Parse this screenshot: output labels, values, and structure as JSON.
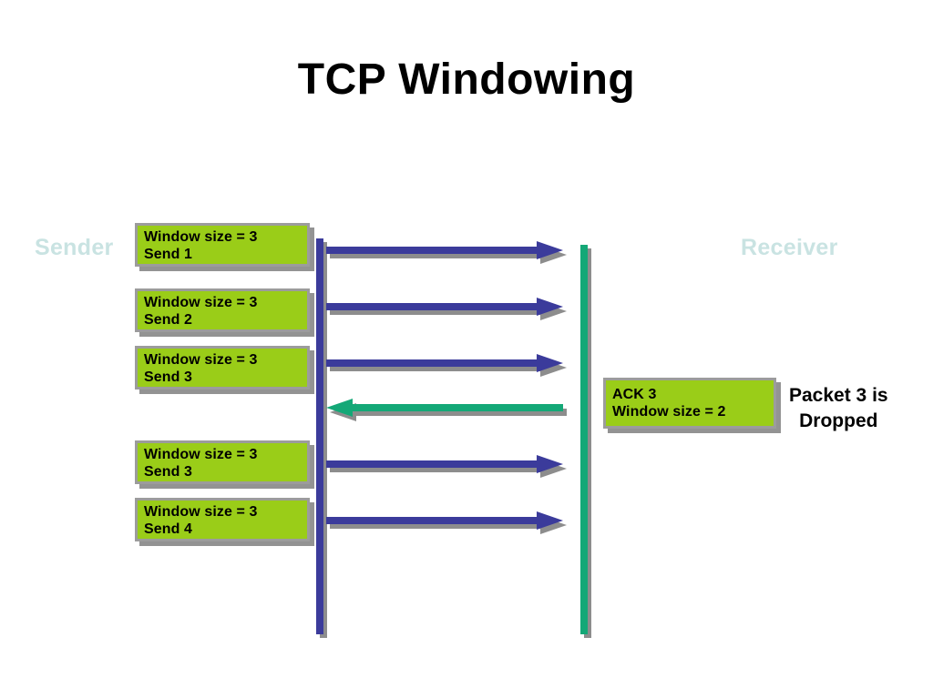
{
  "slide": {
    "title": "TCP Windowing",
    "background_color": "#ffffff"
  },
  "endpoints": {
    "sender_label": "Sender",
    "receiver_label": "Receiver",
    "label_color": "#c9e3e2",
    "sender_line_color": "#3b3b9b",
    "receiver_line_color": "#14a877"
  },
  "colors": {
    "box_fill": "#9acd18",
    "box_border": "#9c9c9c",
    "box_shadow": "#939393",
    "data_arrow": "#3b3b9b",
    "ack_arrow": "#14a877",
    "arrow_shadow": "#8d8d8d",
    "text": "#000000"
  },
  "sender_messages": [
    {
      "line1": "Window size = 3",
      "line2": "Send 1"
    },
    {
      "line1": "Window size = 3",
      "line2": "Send 2"
    },
    {
      "line1": "Window size = 3",
      "line2": "Send 3"
    },
    {
      "line1": "Window size = 3",
      "line2": "Send 3"
    },
    {
      "line1": "Window size = 3",
      "line2": "Send 4"
    }
  ],
  "receiver_messages": [
    {
      "line1": "ACK 3",
      "line2": "Window size = 2"
    }
  ],
  "annotations": {
    "dropped_note_line1": "Packet 3 is",
    "dropped_note_line2": "Dropped"
  },
  "arrows": [
    {
      "name": "data-arrow-send-1",
      "direction": "right",
      "label": "Send 1"
    },
    {
      "name": "data-arrow-send-2",
      "direction": "right",
      "label": "Send 2"
    },
    {
      "name": "data-arrow-send-3",
      "direction": "right",
      "label": "Send 3"
    },
    {
      "name": "ack-arrow-3",
      "direction": "left",
      "label": "ACK 3"
    },
    {
      "name": "data-arrow-resend-3",
      "direction": "right",
      "label": "Send 3"
    },
    {
      "name": "data-arrow-send-4",
      "direction": "right",
      "label": "Send 4"
    }
  ]
}
